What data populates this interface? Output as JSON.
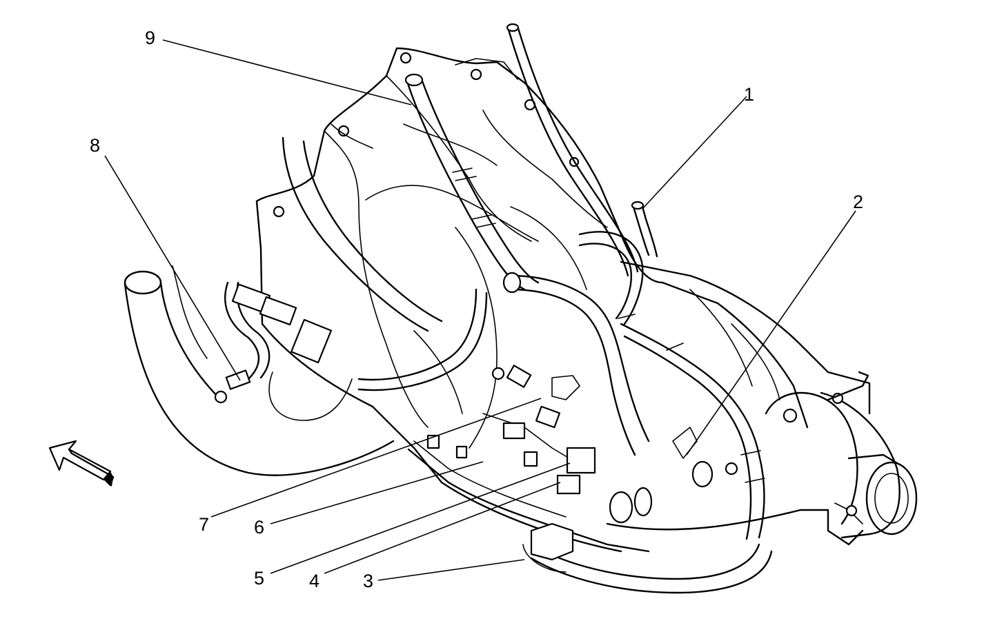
{
  "diagram": {
    "subject": "transmission-wiring-harness-routing",
    "callouts": [
      {
        "id": "c1",
        "label": "1"
      },
      {
        "id": "c2",
        "label": "2"
      },
      {
        "id": "c3",
        "label": "3"
      },
      {
        "id": "c4",
        "label": "4"
      },
      {
        "id": "c5",
        "label": "5"
      },
      {
        "id": "c6",
        "label": "6"
      },
      {
        "id": "c7",
        "label": "7"
      },
      {
        "id": "c8",
        "label": "8"
      },
      {
        "id": "c9",
        "label": "9"
      }
    ],
    "direction_arrow": {
      "icon": "direction-arrow-icon"
    }
  }
}
